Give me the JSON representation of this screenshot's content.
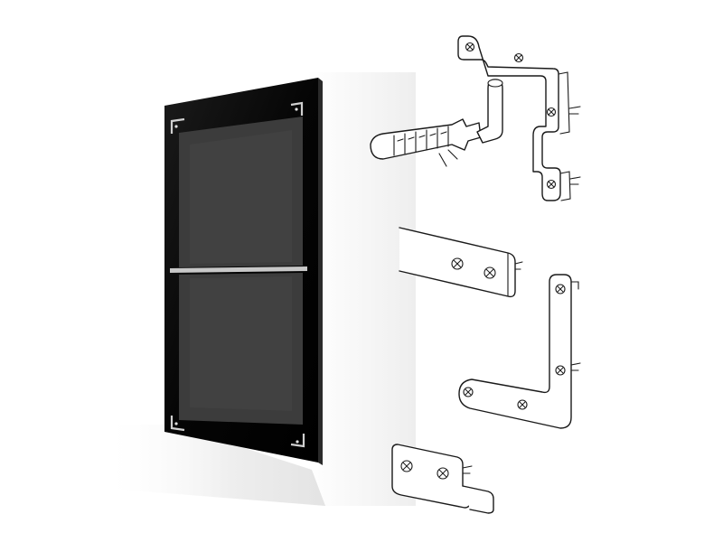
{
  "scene": {
    "background_color": "#ffffff",
    "panel_frame_color": "#060606",
    "panel_inner_color": "#3c3c3c",
    "rail_color": "#c8c8c8",
    "hardware_line_color": "#1a1a1a",
    "items": [
      "framed-black-panel",
      "wall-anchor-hook",
      "offset-bracket",
      "flat-bar",
      "l-bracket",
      "small-angle-bracket"
    ]
  }
}
